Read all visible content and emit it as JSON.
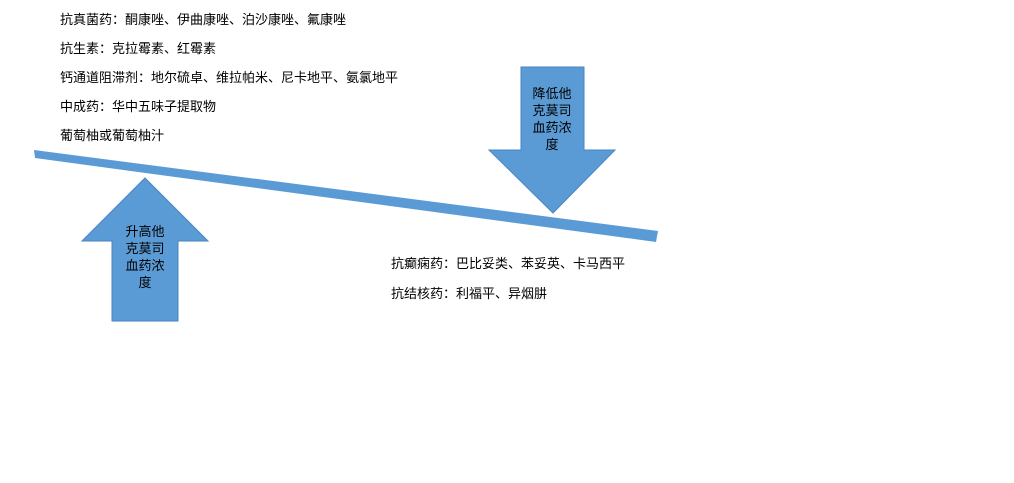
{
  "increase_factors": [
    "抗真菌药：酮康唑、伊曲康唑、泊沙康唑、氟康唑",
    "抗生素：克拉霉素、红霉素",
    "钙通道阻滞剂：地尔硫卓、维拉帕米、尼卡地平、氨氯地平",
    "中成药：华中五味子提取物",
    "葡萄柚或葡萄柚汁"
  ],
  "decrease_factors": [
    "抗癫痫药：巴比妥类、苯妥英、卡马西平",
    "抗结核药：利福平、异烟肼"
  ],
  "arrow_up": {
    "lines": [
      "升高他",
      "克莫司",
      "血药浓",
      "度"
    ]
  },
  "arrow_down": {
    "lines": [
      "降低他",
      "克莫司",
      "血药浓",
      "度"
    ]
  },
  "colors": {
    "beam": "#5b9bd5",
    "arrow_fill": "#5b9bd5",
    "arrow_stroke": "#4a86c0"
  }
}
